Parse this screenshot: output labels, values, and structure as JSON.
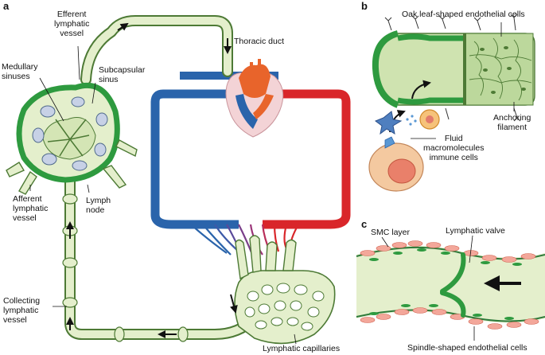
{
  "panels": {
    "a": "a",
    "b": "b",
    "c": "c"
  },
  "labels": {
    "efferent_lymphatic_vessel": "Efferent\nlymphatic\nvessel",
    "thoracic_duct": "Thoracic duct",
    "medullary_sinuses": "Medullary\nsinuses",
    "subcapsular_sinus": "Subcapsular\nsinus",
    "afferent_lymphatic_vessel": "Afferent\nlymphatic\nvessel",
    "lymph_node": "Lymph\nnode",
    "collecting_lymphatic_vessel": "Collecting\nlymphatic\nvessel",
    "lymphatic_capillaries": "Lymphatic capillaries",
    "oak_leaf_cells": "Oak leaf-shaped endothelial cells",
    "anchoring_filament": "Anchoring\nfilament",
    "fluid_macromolecules": "Fluid\nmacromolecules\nimmune cells",
    "smc_layer": "SMC layer",
    "lymphatic_valve": "Lymphatic valve",
    "spindle_cells": "Spindle-shaped endothelial cells"
  },
  "colors": {
    "lymph_fill": "#e4efcc",
    "lymph_stroke": "#4d7a35",
    "node_green": "#2e9a3f",
    "arterial_red": "#d9262a",
    "venous_blue": "#2a64ab",
    "heart_orange": "#e8642b",
    "cell_peach": "#f4c9a0"
  }
}
